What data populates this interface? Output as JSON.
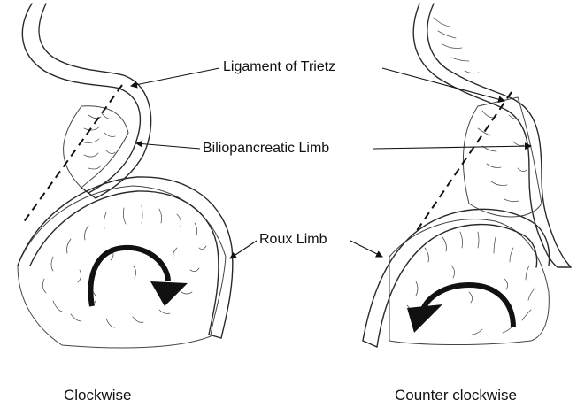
{
  "labels": {
    "ligament": "Ligament of Trietz",
    "biliopancreatic": "Biliopancreatic Limb",
    "roux": "Roux Limb"
  },
  "captions": {
    "left": "Clockwise",
    "right": "Counter clockwise"
  },
  "colors": {
    "line": "#2a2a2a",
    "background": "#ffffff",
    "arrow": "#111111"
  },
  "icons": {
    "left_rotation": "clockwise-arrow-icon",
    "right_rotation": "counter-clockwise-arrow-icon"
  }
}
